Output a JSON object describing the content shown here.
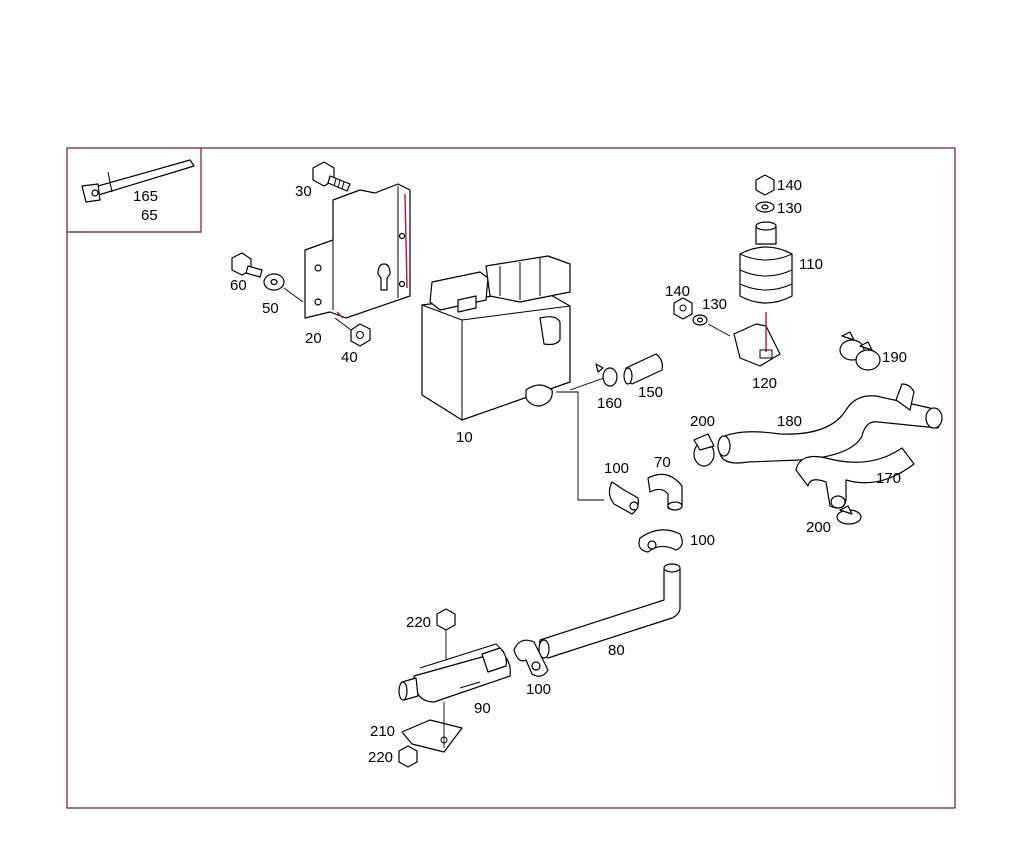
{
  "diagram": {
    "accent_color": "#c0103a",
    "frame_color": "#6b1a2a",
    "labels": {
      "p165": "165",
      "p65": "65",
      "p30": "30",
      "p60": "60",
      "p50": "50",
      "p20": "20",
      "p40": "40",
      "p10": "10",
      "p140a": "140",
      "p130a": "130",
      "p110": "110",
      "p140b": "140",
      "p130b": "130",
      "p120": "120",
      "p190": "190",
      "p160": "160",
      "p150": "150",
      "p200a": "200",
      "p180": "180",
      "p170": "170",
      "p200b": "200",
      "p100a": "100",
      "p70": "70",
      "p100b": "100",
      "p220a": "220",
      "p80": "80",
      "p100c": "100",
      "p90": "90",
      "p210": "210",
      "p220b": "220"
    }
  }
}
